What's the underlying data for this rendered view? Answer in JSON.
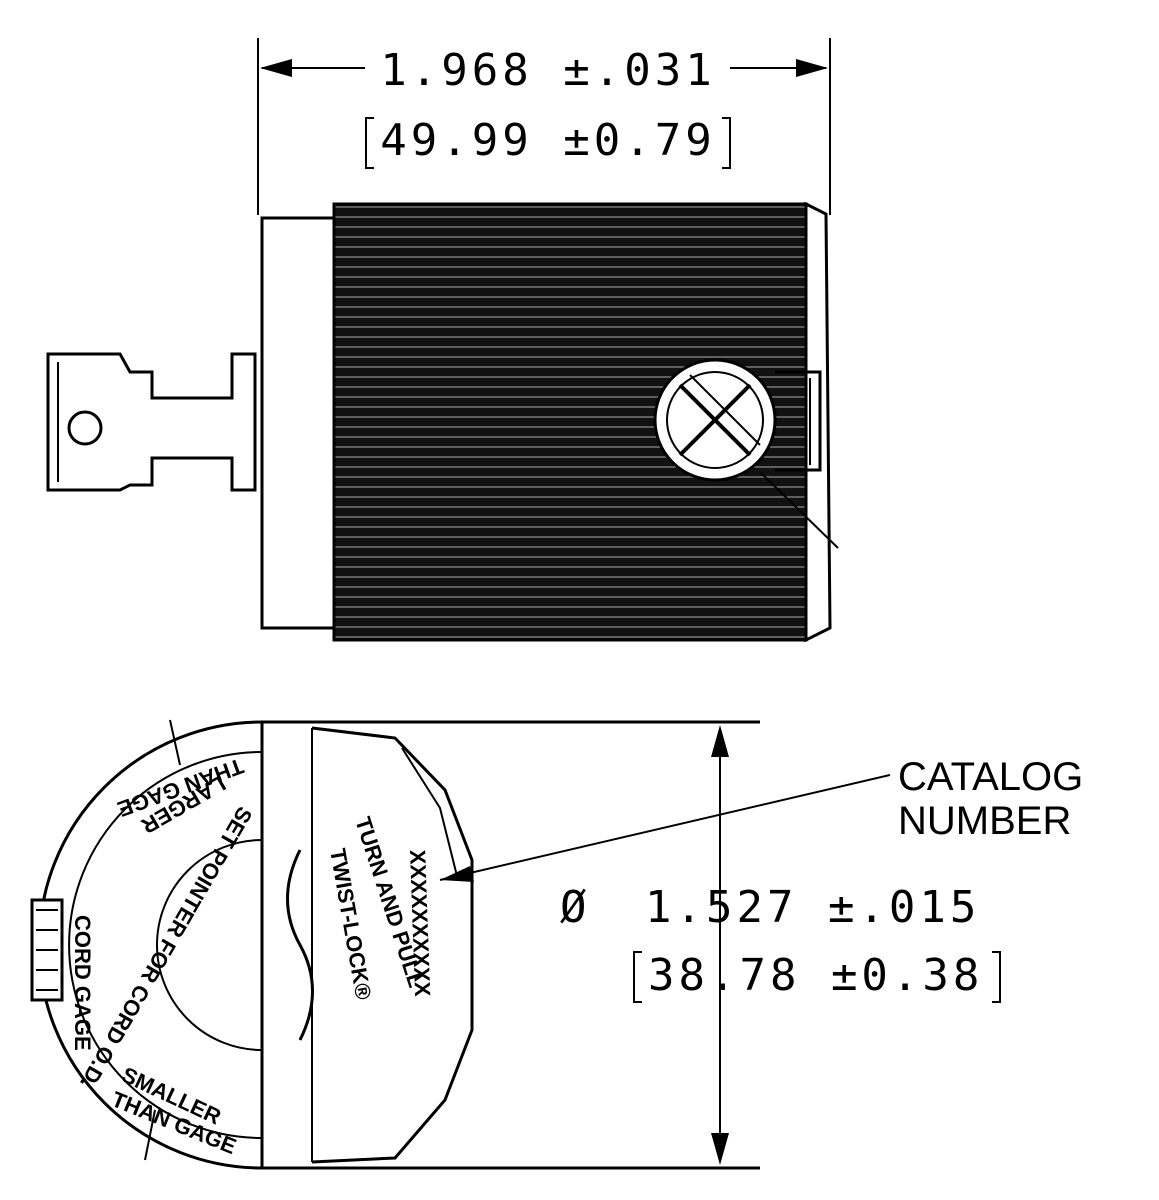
{
  "dimensions": {
    "width_imperial": "1.968 ±.031",
    "width_metric": "49.99 ±0.79",
    "diameter_symbol": "Ø",
    "diameter_imperial": "1.527 ±.015",
    "diameter_metric": "38.78 ±0.38"
  },
  "callouts": {
    "catalog_line1": "CATALOG",
    "catalog_line2": "NUMBER"
  },
  "face_labels": {
    "twist_turn": "TURN AND PULL",
    "twist_lock": "TWIST-LOCK®",
    "catalog_placeholder": "XXXXXXXXXX",
    "set_pointer": "SET POINTER FOR CORD O.D.",
    "larger": "LARGER",
    "than_gage_top": "THAN GAGE",
    "smaller": "SMALLER",
    "than_gage_bottom": "THAN GAGE",
    "cord_gage": "CORD GAGE"
  }
}
